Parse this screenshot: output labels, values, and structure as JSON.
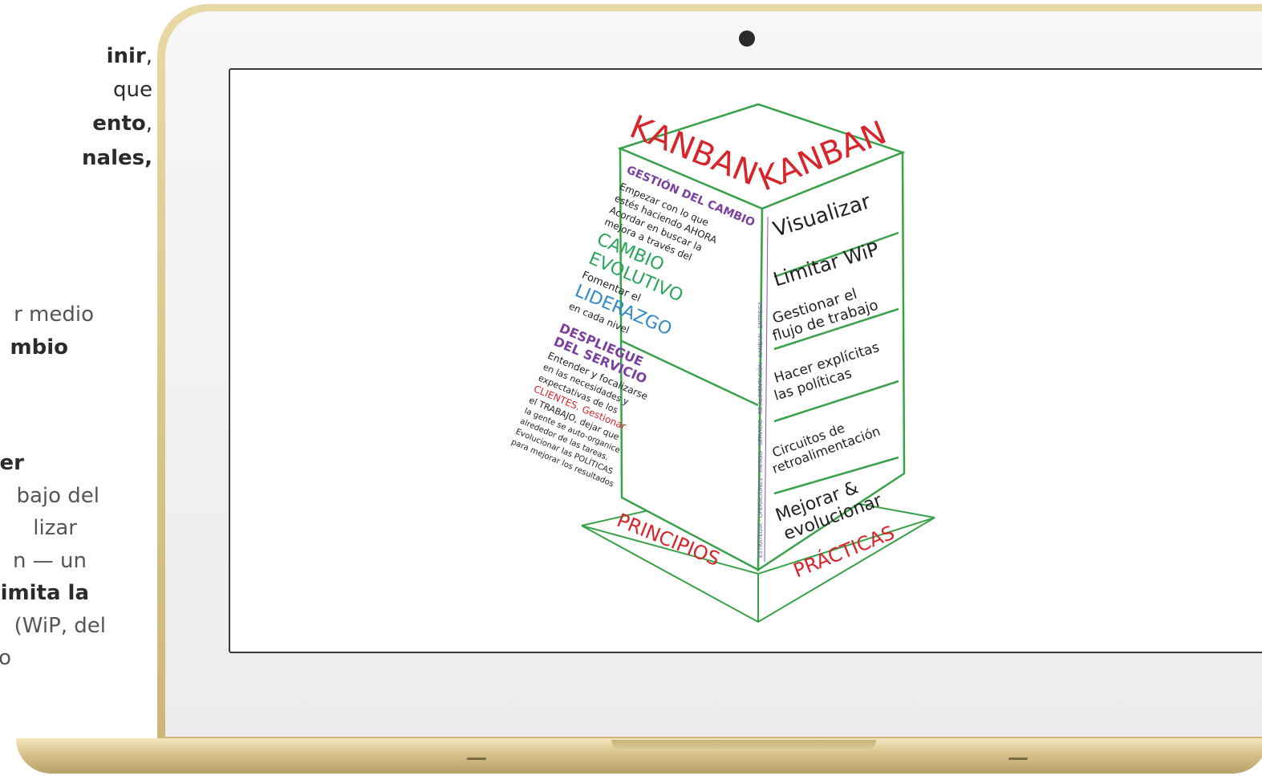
{
  "left_column": {
    "block1": [
      {
        "text": "inir",
        "suffix": ",",
        "bold": true
      },
      {
        "text": "que",
        "bold": false
      },
      {
        "text": "ento",
        "suffix": ",",
        "bold": true
      },
      {
        "text": "nales,",
        "bold": true
      }
    ],
    "block2": [
      {
        "text": "r medio",
        "bold": false
      },
      {
        "text": "mbio",
        "bold": true
      }
    ],
    "block3": [
      {
        "text": "er",
        "bold": true
      },
      {
        "text": "bajo del",
        "bold": false
      },
      {
        "text": "lizar",
        "bold": false
      },
      {
        "text": "n — un",
        "bold": false
      },
      {
        "text": "imita la",
        "bold": true
      },
      {
        "text": "(WiP, del",
        "bold": false
      },
      {
        "text": "o",
        "bold": false
      }
    ]
  },
  "kanban": {
    "top_left": "KANBAN",
    "top_right": "KANBAN",
    "left_face": {
      "heading1": "GESTIÓN DEL CAMBIO",
      "lines1": [
        "Empezar con lo que",
        "estés haciendo AHORA",
        "Acordar en buscar la",
        "mejora a través del"
      ],
      "cambio": "CAMBIO",
      "evolutivo": "EVOLUTIVO",
      "fomentar": "Fomentar el",
      "liderazgo": "LIDERAZGO",
      "en_cada": "en cada nivel",
      "heading2a": "DESPLIEGUE",
      "heading2b": "DEL SERVICIO",
      "lines2": [
        "Entender y focalizarse",
        "en las necesidades y",
        "expectativas de los",
        "CLIENTES. Gestionar",
        "el TRABAJO, dejar que",
        "la gente se auto-organice",
        "alrededor de las tareas.",
        "Evolucionar las POLÍTICAS",
        "para mejorar los resultados"
      ]
    },
    "right_face": {
      "items": [
        "Visualizar",
        "Limitar WiP",
        "Gestionar el",
        "flujo de trabajo",
        "Hacer explícitas",
        "las políticas",
        "Circuitos de",
        "retroalimentación",
        "Mejorar &",
        "evolucionar"
      ]
    },
    "spine": "ESTRATEGIA · OPERACIONES · RIESGO · SERVICIO · RE-ALIMENTACIÓN · KANBAN · ENTREGA",
    "base_left": "PRINCIPIOS",
    "base_right": "PRÁCTICAS"
  }
}
